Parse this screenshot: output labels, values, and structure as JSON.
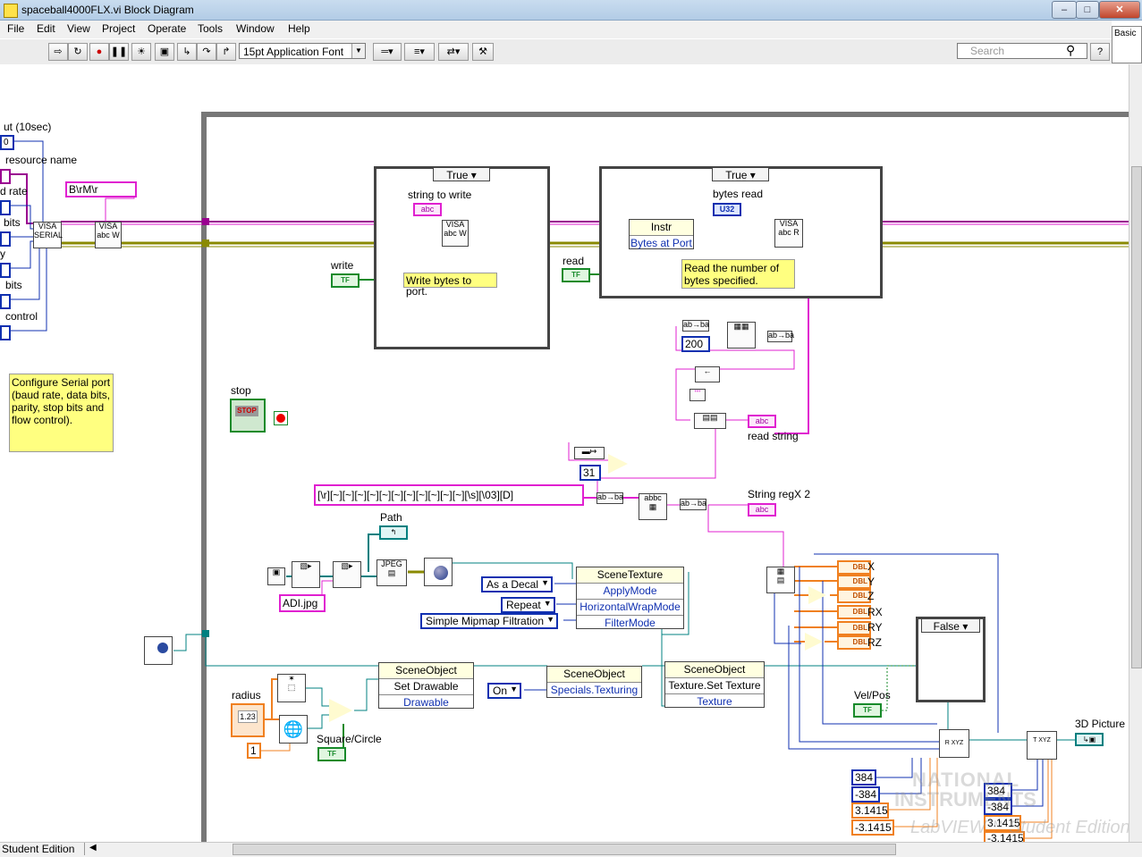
{
  "window": {
    "title": "spaceball4000FLX.vi Block Diagram",
    "minimize": "–",
    "maximize": "□",
    "close": "✕"
  },
  "menu": {
    "items": [
      "File",
      "Edit",
      "View",
      "Project",
      "Operate",
      "Tools",
      "Window",
      "Help"
    ]
  },
  "toolbar": {
    "font": "15pt Application Font",
    "search_placeholder": "Search",
    "help": "?",
    "palette_label": "Basic"
  },
  "left_controls": {
    "timeout": "ut (10sec)",
    "timeout_value": "0",
    "resource_name": "resource name",
    "baud_rate": "d rate",
    "bits": "bits",
    "parity": "y",
    "stop_bits": "bits",
    "flow_control": "control",
    "termination_string": "B\\rM\\r"
  },
  "comments": {
    "configure": "Configure Serial port (baud rate, data bits, parity, stop bits and flow control).",
    "write": "Write bytes to port.",
    "read": "Read the number of bytes specified."
  },
  "cases": {
    "write_case": "True",
    "read_case": "True",
    "bottom_case": "False"
  },
  "labels": {
    "string_to_write": "string to write",
    "write": "write",
    "read": "read",
    "bytes_read": "bytes read",
    "instr": "Instr",
    "bytes_at_port": "Bytes at Port",
    "stop": "stop",
    "stop_btn": "STOP",
    "read_string": "read string",
    "string_regx2": "String regX 2",
    "path": "Path",
    "radius": "radius",
    "square_circle": "Square/Circle",
    "vel_pos": "Vel/Pos",
    "picture_3d": "3D Picture",
    "u32": "U32",
    "abc": "abc",
    "tf": "TF",
    "dbl": "DBL",
    "num_123": "1.23"
  },
  "constants": {
    "n200": "200",
    "n31": "31",
    "regex": "[\\r][~][~][~][~][~][~][~][~][~][~][~][\\s][\\03][D]",
    "adi_jpg": "ADI.jpg",
    "n1": "1",
    "as_a_decal": "As a Decal",
    "repeat": "Repeat",
    "simple_mipmap": "Simple Mipmap Filtration",
    "on": "On",
    "c384a": "384",
    "c_384a": "-384",
    "c3_1415a": "3.1415",
    "c_3_1415a": "-3.1415",
    "c384b": "384",
    "c_384b": "-384",
    "c3_1415b": "3.1415",
    "c_3_1415b": "-3.1415"
  },
  "property_nodes": {
    "scene_texture": {
      "title": "SceneTexture",
      "rows": [
        "ApplyMode",
        "HorizontalWrapMode",
        "FilterMode"
      ]
    },
    "scene_object1": {
      "title": "SceneObject",
      "rows": [
        "Set Drawable",
        "Drawable"
      ]
    },
    "scene_object2": {
      "title": "SceneObject",
      "rows": [
        "Specials.Texturing"
      ]
    },
    "scene_object3": {
      "title": "SceneObject",
      "rows": [
        "Texture.Set Texture",
        "Texture"
      ]
    }
  },
  "indicators": {
    "x": "X",
    "y": "Y",
    "z": "Z",
    "rx": "RX",
    "ry": "RY",
    "rz": "RZ"
  },
  "watermark": {
    "line1": "NATIONAL",
    "line2": "INSTRUMENTS",
    "line3": "LabVIEW™ Student Edition"
  },
  "status": {
    "edition": "Student Edition"
  },
  "colors": {
    "pink_wire": "#e020d0",
    "blue_wire": "#1030b0",
    "green_wire": "#178a2a",
    "orange_wire": "#f08020",
    "teal_wire": "#008080",
    "olive_wire": "#8a8a00",
    "comment_bg": "#ffff80"
  }
}
